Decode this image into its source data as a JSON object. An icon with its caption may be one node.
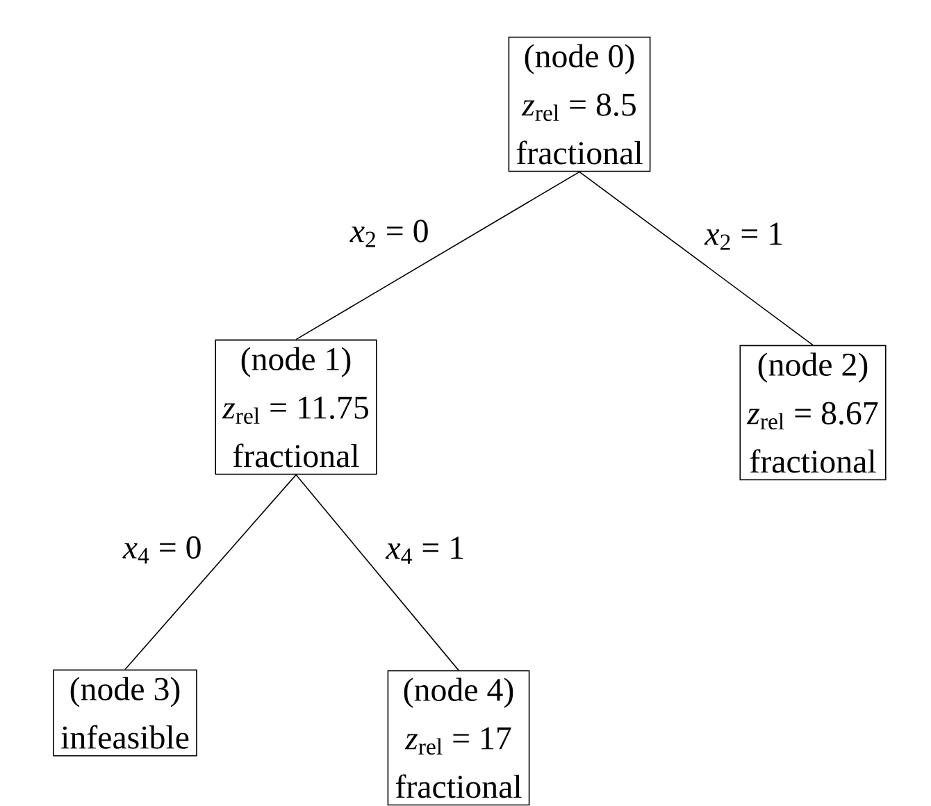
{
  "diagram": {
    "nodes": [
      {
        "text": [
          "(node 0)",
          "*z*$_{rel}$ = 8.5",
          "fractional"
        ]
      },
      {
        "text": [
          "(node 1)",
          "*z*$_{rel}$ = 11.75",
          "fractional"
        ]
      },
      {
        "text": [
          "(node 2)",
          "*z*$_{rel}$ = 8.67",
          "fractional"
        ]
      },
      {
        "text": [
          "(node 3)",
          "infeasible"
        ]
      },
      {
        "text": [
          "(node 4)",
          "*z*$_{rel}$ = 17",
          "fractional"
        ]
      }
    ],
    "edges": [
      {
        "from": 0,
        "to": 1,
        "arrow": "none",
        "label": "*x*$_{2}$ = 0"
      },
      {
        "from": 0,
        "to": 2,
        "arrow": "none",
        "label": "*x*$_{2}$ = 1"
      },
      {
        "from": 1,
        "to": 3,
        "arrow": "none",
        "label": "*x*$_{4}$ = 0"
      },
      {
        "from": 1,
        "to": 4,
        "arrow": "none",
        "label": "*x*$_{4}$ = 1"
      }
    ]
  }
}
